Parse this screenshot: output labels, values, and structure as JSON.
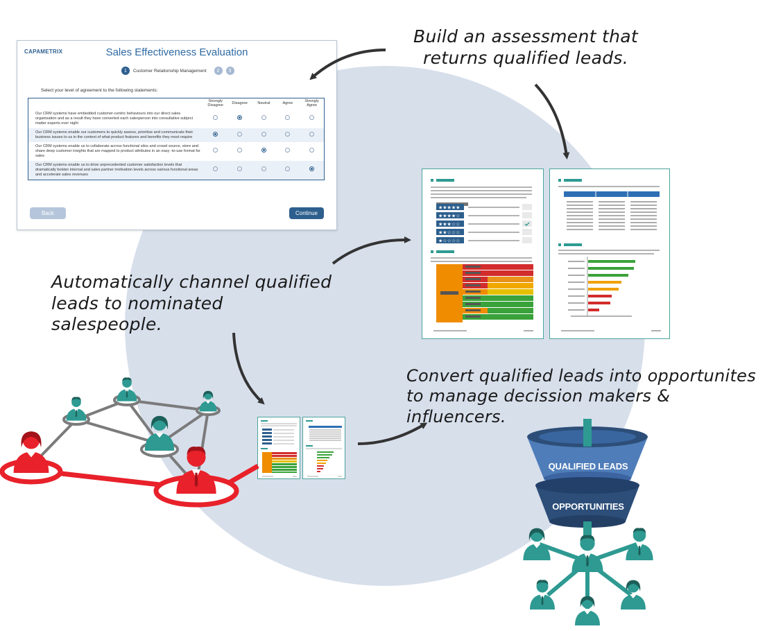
{
  "captions": {
    "build": "Build an assessment that returns qualified leads.",
    "channel": "Automatically channel qualified leads to nominated salespeople.",
    "convert": "Convert qualified leads into opportunites to manage decission makers & influencers."
  },
  "form": {
    "brand": "CAPAMETRIX",
    "title": "Sales Effectiveness Evaluation",
    "steps": [
      "1",
      "2",
      "3"
    ],
    "active_step_label": "Customer Relationship Management",
    "intro": "Select your level of agreement to the following statements:",
    "columns": [
      "Strongly Disagree",
      "Disagree",
      "Neutral",
      "Agree",
      "Strongly Agree"
    ],
    "rows": [
      {
        "text": "Our CRM systems have embedded customer-centric behaviours into our direct sales organisation and as a result they have converted each salesperson into consultative subject matter experts over night",
        "selected": 1
      },
      {
        "text": "Our CRM systems enable our customers to quickly assess, prioritise and communicate their business issues to us in the context of what product features and benefits they most require",
        "selected": 0
      },
      {
        "text": "Our CRM systems enable us to collaborate across functional silos and crowd source, store and share deep customer insights that are mapped to product attributes in an easy -to-use format for sales",
        "selected": 2
      },
      {
        "text": "Our CRM systems enable us to drive unprecedented customer satisfaction levels that dramatically bolster internal and sales partner motivation levels across various functional areas and accelerate sales revenues",
        "selected": 4
      }
    ],
    "back_label": "Back",
    "continue_label": "Continue"
  },
  "funnel": {
    "top_label": "QUALIFIED LEADS",
    "bottom_label": "OPPORTUNITIES"
  },
  "colors": {
    "circle": "#d7dfeb",
    "brand_blue": "#2d5f8e",
    "teal": "#2e9a92",
    "red": "#e8212a",
    "funnel_top": "#4f7db9",
    "funnel_bottom": "#2c4e78"
  }
}
